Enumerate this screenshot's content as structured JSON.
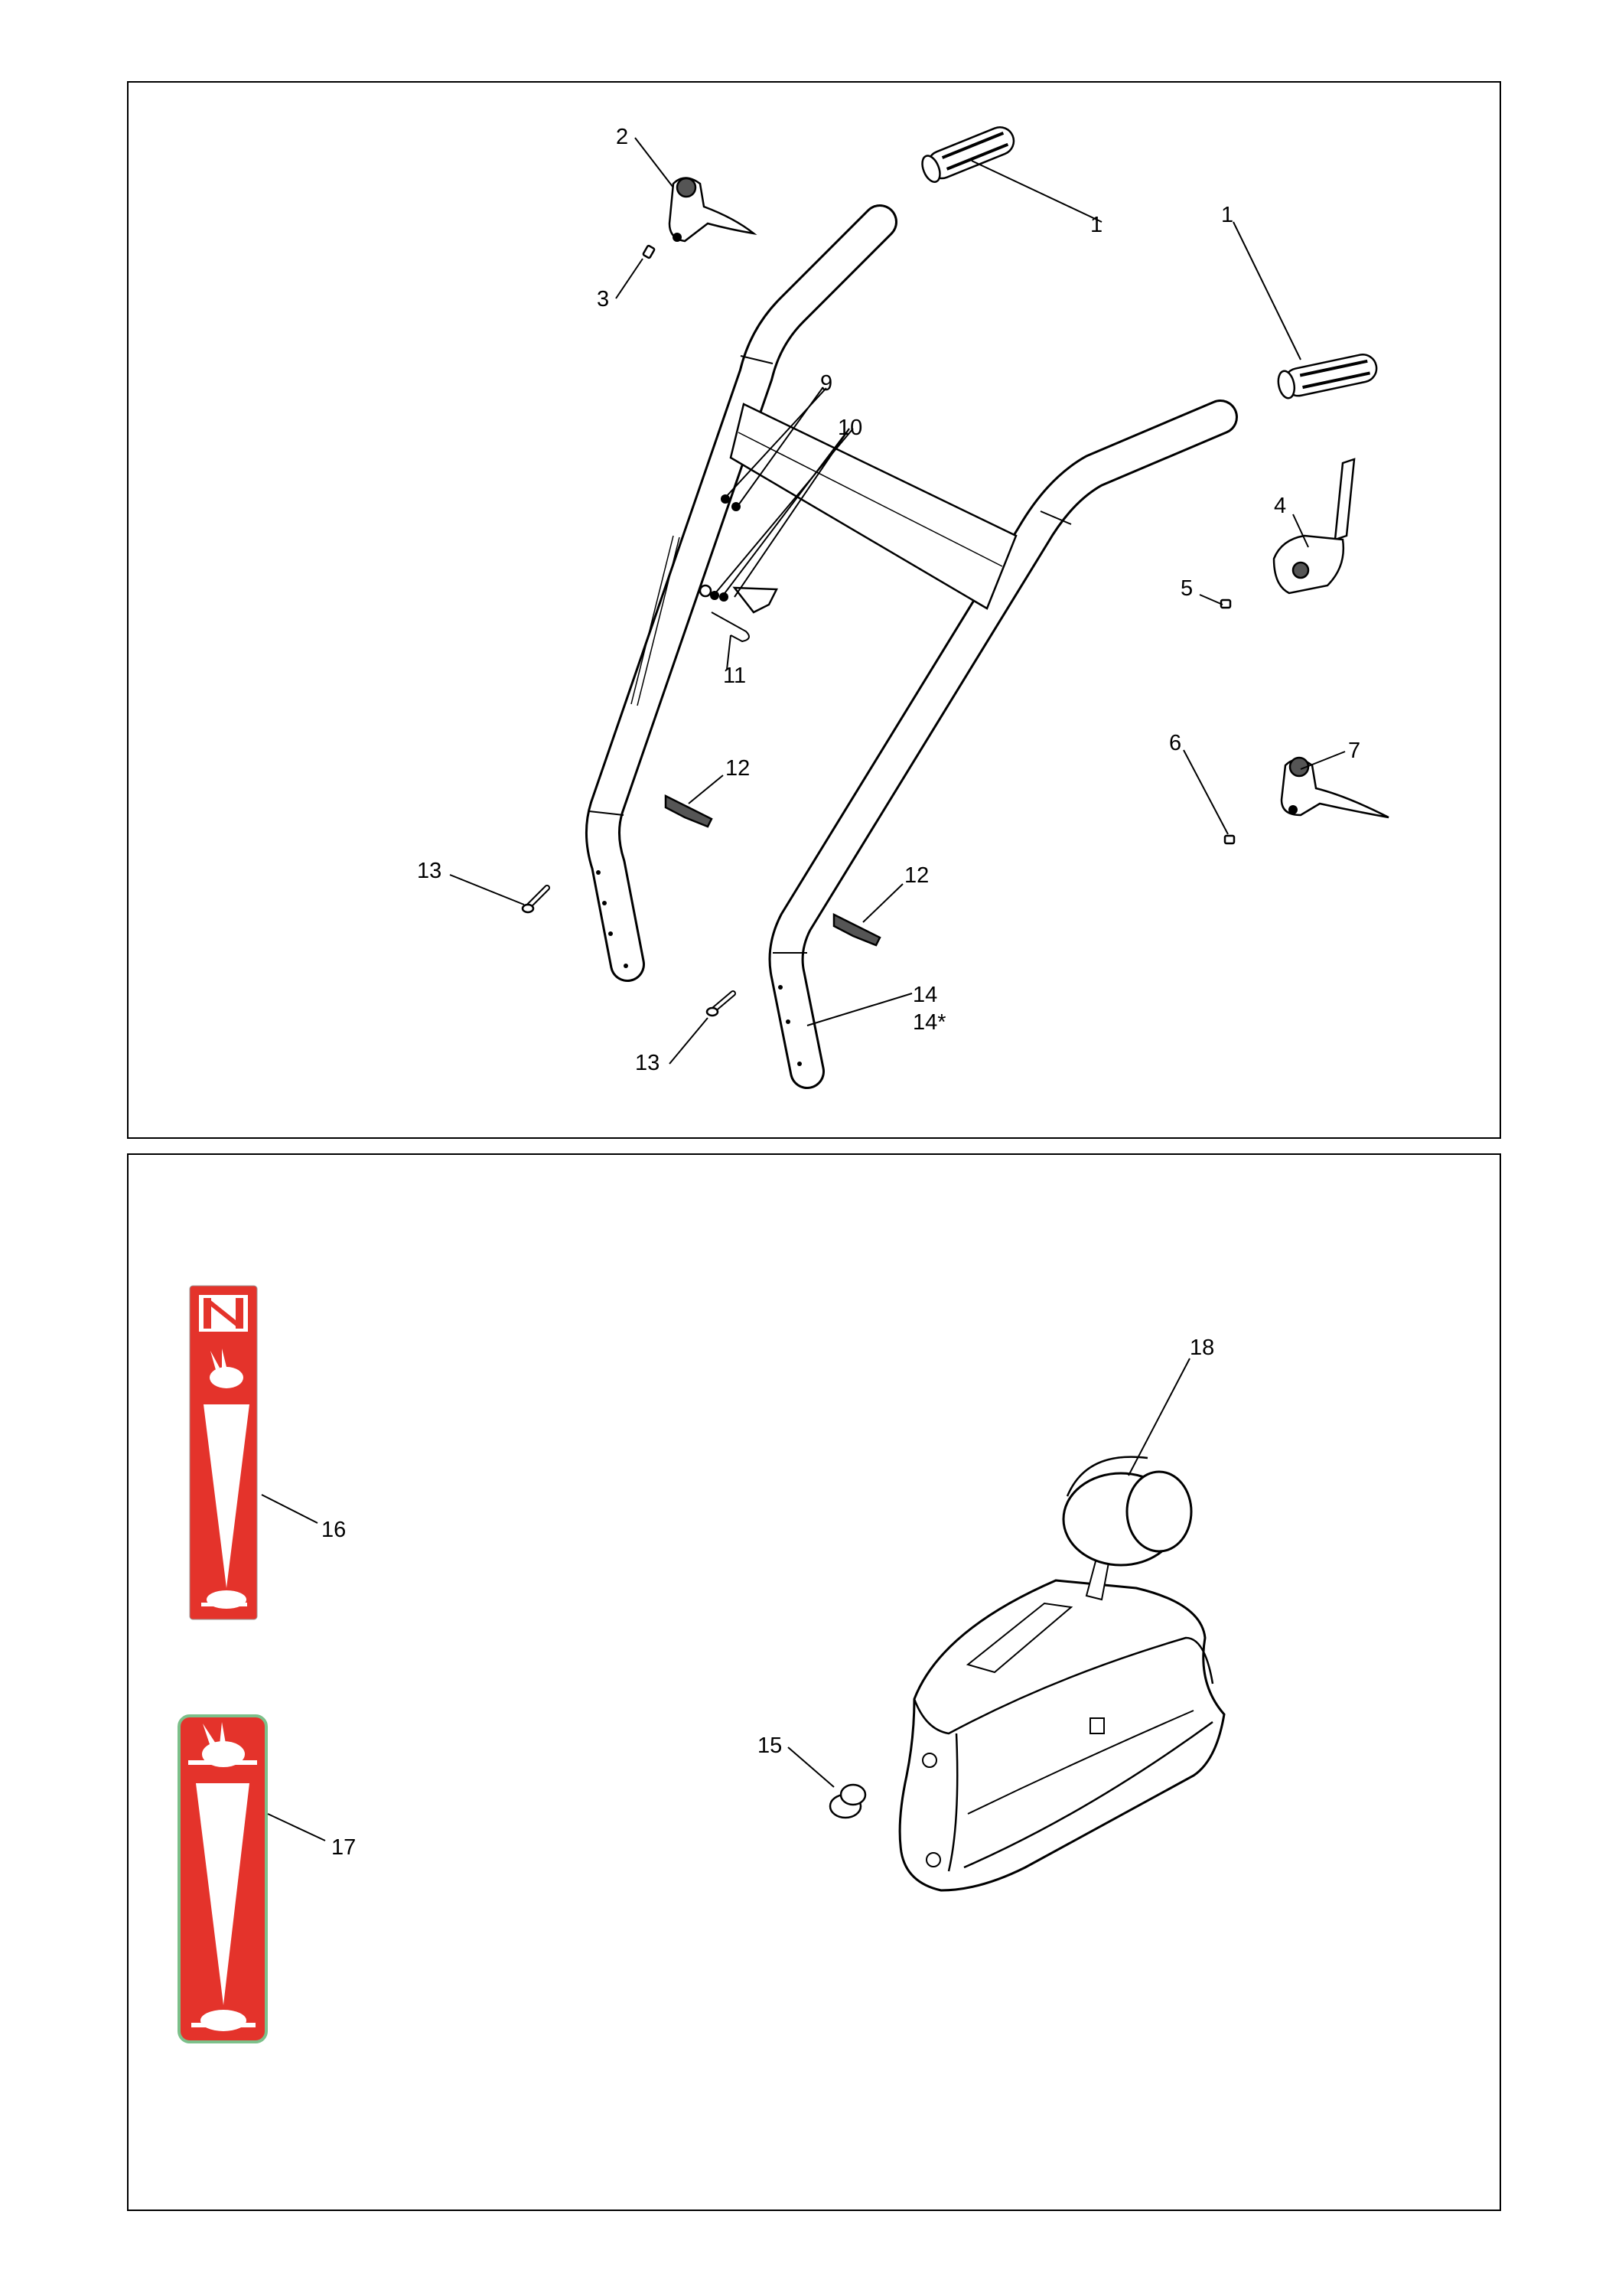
{
  "callouts": {
    "c1a": "1",
    "c1b": "1",
    "c2": "2",
    "c3": "3",
    "c4": "4",
    "c5": "5",
    "c6": "6",
    "c7": "7",
    "c9": "9",
    "c10": "10",
    "c11": "11",
    "c12a": "12",
    "c12b": "12",
    "c13a": "13",
    "c13b": "13",
    "c14": "14",
    "c14s": "14*",
    "c15": "15",
    "c16": "16",
    "c17": "17",
    "c18": "18"
  },
  "colors": {
    "line": "#000000",
    "decal_red": "#e4332b",
    "decal_border": "#7cc08a",
    "decal_white": "#ffffff"
  },
  "icons": [
    "rabbit-icon",
    "turtle-icon",
    "stop-icon"
  ]
}
